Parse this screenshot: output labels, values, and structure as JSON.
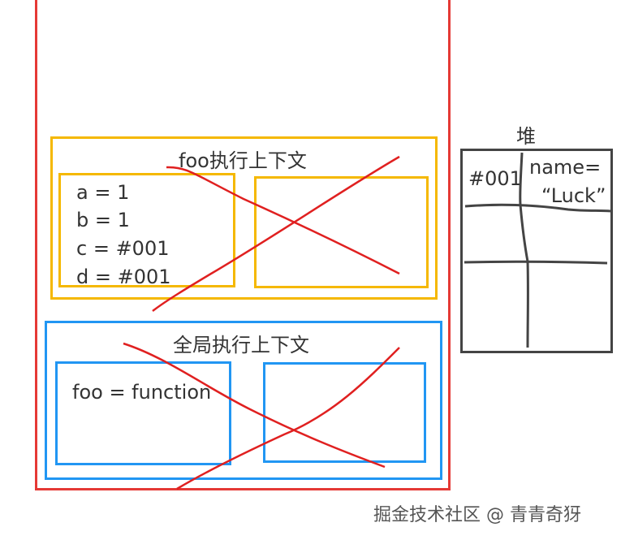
{
  "foo_context": {
    "title": "foo执行上下文",
    "variables": [
      "a = 1",
      "b = 1",
      "c = #001",
      "d = #001"
    ]
  },
  "global_context": {
    "title": "全局执行上下文",
    "variables": [
      "foo = function"
    ]
  },
  "heap": {
    "title": "堆",
    "address": "#001",
    "value_line1": "name=",
    "value_line2": "“Luck”"
  },
  "watermark": "掘金技术社区 @ 青青奇犽",
  "colors": {
    "stack_border": "#e53935",
    "foo_border": "#f5b800",
    "global_border": "#2196f3",
    "heap_border": "#444444",
    "cross": "#e02020"
  }
}
